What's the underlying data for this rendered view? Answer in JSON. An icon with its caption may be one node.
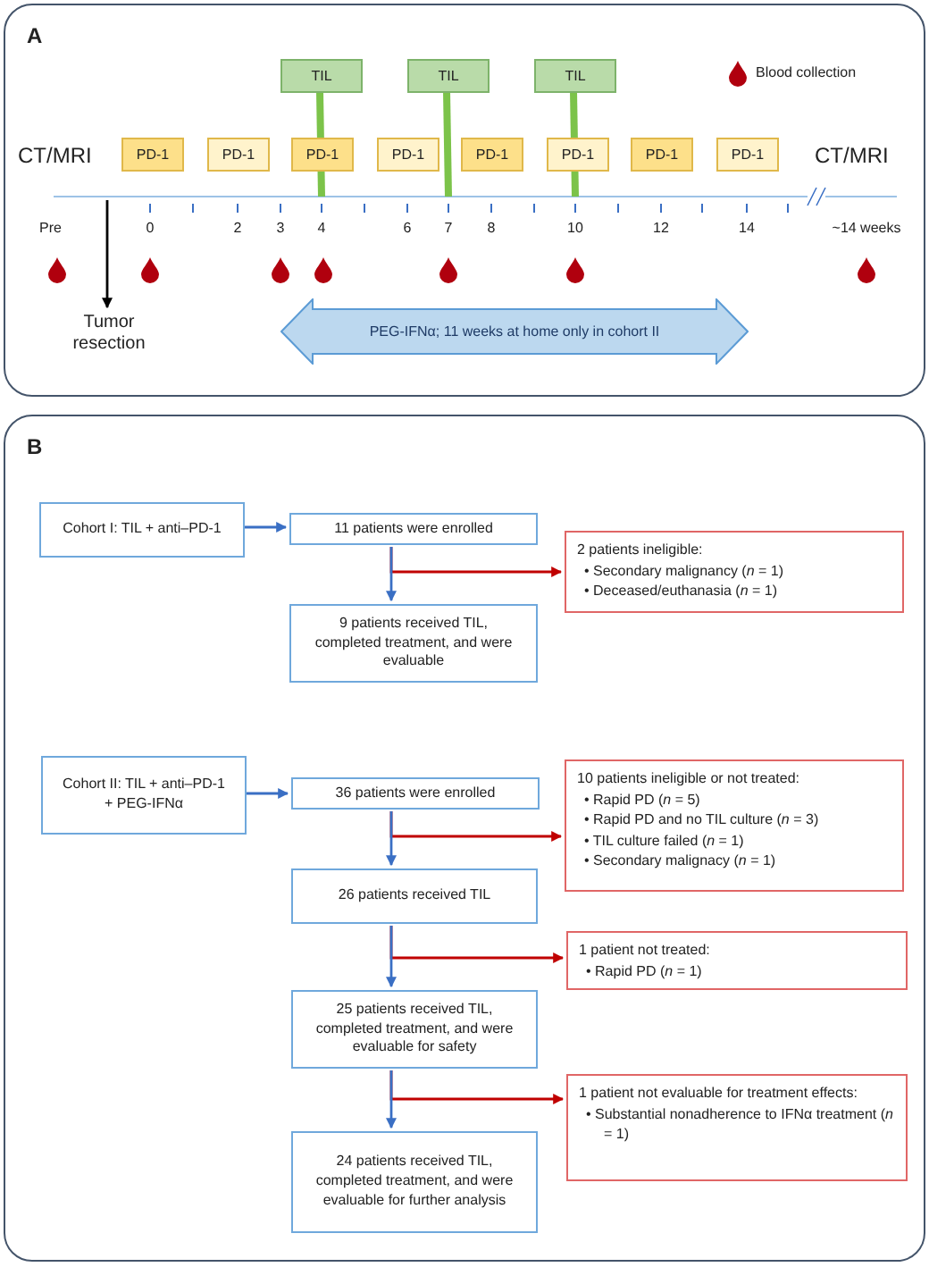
{
  "diagram": {
    "nodes": [
      {
        "text": [
          "A"
        ]
      },
      {
        "text": [
          "TIL"
        ],
        "in": 0
      },
      {
        "text": [
          "TIL"
        ],
        "in": 0
      },
      {
        "text": [
          "TIL"
        ],
        "in": 0
      },
      {
        "text": [
          "PD-1"
        ],
        "in": 0
      },
      {
        "text": [
          "PD-1"
        ],
        "in": 0
      },
      {
        "text": [
          "PD-1"
        ],
        "in": 0
      },
      {
        "text": [
          "PD-1"
        ],
        "in": 0
      },
      {
        "text": [
          "PD-1"
        ],
        "in": 0
      },
      {
        "text": [
          "PD-1"
        ],
        "in": 0
      },
      {
        "text": [
          "PD-1"
        ],
        "in": 0
      },
      {
        "text": [
          "PD-1"
        ],
        "in": 0
      },
      {
        "text": [
          "Tumor resection"
        ],
        "in": 0
      },
      {
        "text": [
          "PEG-IFNα; 11 weeks at home only in cohort II"
        ],
        "in": 0
      },
      {
        "text": [
          "B"
        ]
      },
      {
        "text": [
          "Cohort I: TIL + anti–PD-1"
        ],
        "in": 14
      },
      {
        "text": [
          "11 patients were enrolled"
        ],
        "in": 14
      },
      {
        "text": [
          "2 patients ineligible:",
          "• Secondary malignancy (*n* = 1)",
          "• Deceased/euthanasia (*n* = 1)"
        ],
        "in": 14
      },
      {
        "text": [
          "9 patients received TIL, completed treatment, and were evaluable"
        ],
        "in": 14
      },
      {
        "text": [
          "Cohort II: TIL + anti–PD-1 + PEG-IFNα"
        ],
        "in": 14
      },
      {
        "text": [
          "36 patients were enrolled"
        ],
        "in": 14
      },
      {
        "text": [
          "10 patients ineligible or not treated:",
          "• Rapid PD (*n* = 5)",
          "• Rapid PD and no TIL culture (*n* = 3)",
          "• TIL culture failed (*n* = 1)",
          "• Secondary malignacy (*n* = 1)"
        ],
        "in": 14
      },
      {
        "text": [
          "26 patients received TIL"
        ],
        "in": 14
      },
      {
        "text": [
          "1 patient not treated:",
          "• Rapid PD (*n* = 1)"
        ],
        "in": 14
      },
      {
        "text": [
          "25 patients received TIL, completed treatment, and were evaluable for safety"
        ],
        "in": 14
      },
      {
        "text": [
          "1 patient not evaluable for treatment effects:",
          "• Substantial nonadherence to IFNα treatment (*n* = 1)"
        ],
        "in": 14
      },
      {
        "text": [
          "24 patients received TIL, completed treatment, and were evaluable for further analysis"
        ],
        "in": 14
      }
    ],
    "edges": [
      {
        "from": 1,
        "to": null,
        "arrow": "none",
        "style": "thick",
        "color": "#7cc34a"
      },
      {
        "from": 2,
        "to": null,
        "arrow": "none",
        "style": "thick",
        "color": "#7cc34a"
      },
      {
        "from": 3,
        "to": null,
        "arrow": "none",
        "style": "thick",
        "color": "#7cc34a"
      },
      {
        "from": null,
        "to": 12,
        "arrow": "to",
        "color": "#000000"
      },
      {
        "from": 15,
        "to": 16,
        "arrow": "to"
      },
      {
        "from": 16,
        "to": 17,
        "arrow": "to",
        "color": "#c00000"
      },
      {
        "from": 16,
        "to": 18,
        "arrow": "to"
      },
      {
        "from": 19,
        "to": 20,
        "arrow": "to"
      },
      {
        "from": 20,
        "to": 21,
        "arrow": "to",
        "color": "#c00000"
      },
      {
        "from": 20,
        "to": 22,
        "arrow": "to"
      },
      {
        "from": 22,
        "to": 23,
        "arrow": "to",
        "color": "#c00000"
      },
      {
        "from": 22,
        "to": 24,
        "arrow": "to"
      },
      {
        "from": 24,
        "to": 25,
        "arrow": "to",
        "color": "#c00000"
      },
      {
        "from": 24,
        "to": 26,
        "arrow": "to"
      }
    ],
    "labels": [
      "CT/MRI",
      "CT/MRI",
      "Pre",
      "0",
      "2",
      "3",
      "4",
      "6",
      "7",
      "8",
      "10",
      "12",
      "14",
      "~14 weeks"
    ],
    "legend": [
      {
        "text": "Blood collection"
      }
    ]
  }
}
